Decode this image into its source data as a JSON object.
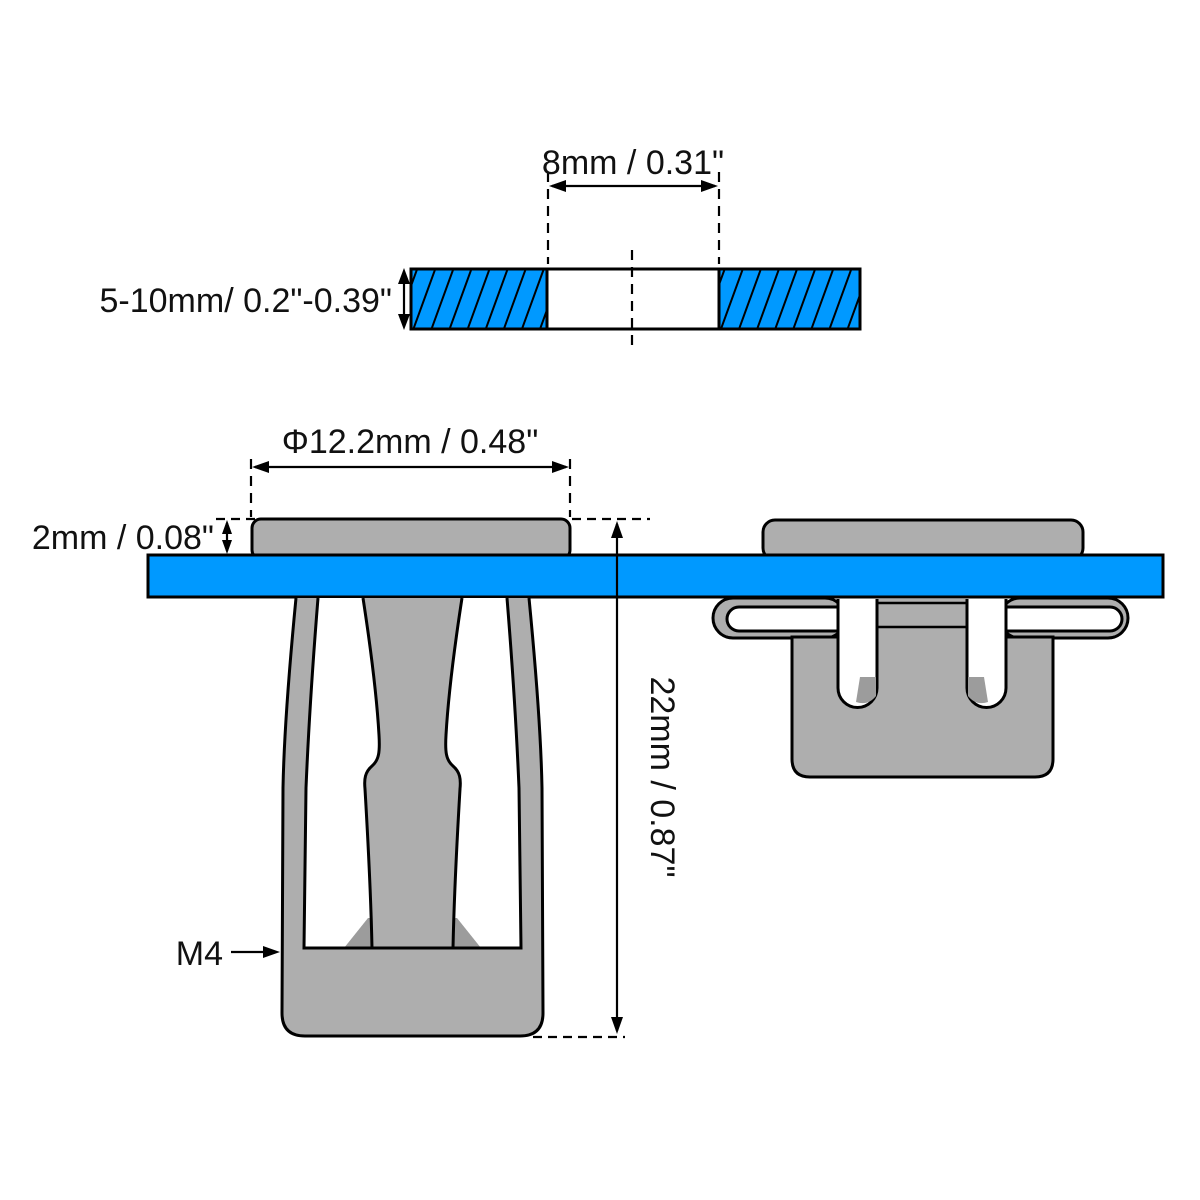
{
  "drawing": {
    "type": "technical-dimension-drawing",
    "subject": "rivet nut fastener with mounting panel, cross-section and installed views"
  },
  "labels": {
    "hole_diameter": "8mm / 0.31\"",
    "panel_thickness": "5-10mm/ 0.2\"-0.39\"",
    "flange_diameter": "Φ12.2mm / 0.48\"",
    "flange_thickness": "2mm / 0.08\"",
    "total_length": "22mm / 0.87\"",
    "thread_size": "M4"
  },
  "colors": {
    "panel_blue": "#0099FF",
    "body_gray": "#AEAEAE",
    "shade_gray": "#9C9C9C",
    "outline": "#000000",
    "background": "#FFFFFF"
  }
}
